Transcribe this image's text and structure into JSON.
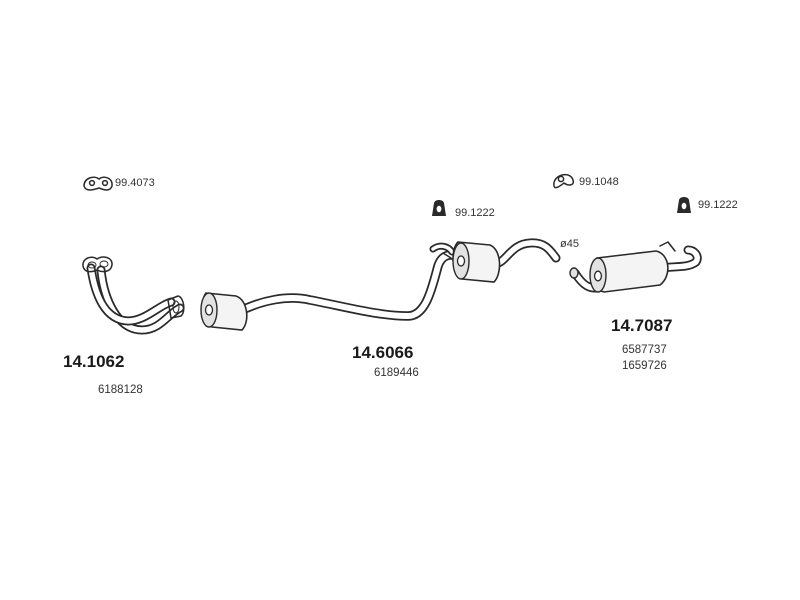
{
  "parts": [
    {
      "id": "front-pipe",
      "part_number": "14.1062",
      "oe_numbers": [
        "6188128"
      ]
    },
    {
      "id": "centre-silencer",
      "part_number": "14.6066",
      "oe_numbers": [
        "6189446"
      ]
    },
    {
      "id": "rear-silencer",
      "part_number": "14.7087",
      "oe_numbers": [
        "6587737",
        "1659726"
      ]
    }
  ],
  "accessories": [
    {
      "id": "gasket-front",
      "part_number": "99.4073",
      "icon": "gasket-icon"
    },
    {
      "id": "mount-centre",
      "part_number": "99.1222",
      "icon": "rubber-mount-icon"
    },
    {
      "id": "gasket-rear",
      "part_number": "99.1048",
      "icon": "gasket-icon"
    },
    {
      "id": "mount-rear",
      "part_number": "99.1222",
      "icon": "rubber-mount-icon"
    }
  ],
  "annotations": {
    "pipe_diameter": "ø45"
  }
}
